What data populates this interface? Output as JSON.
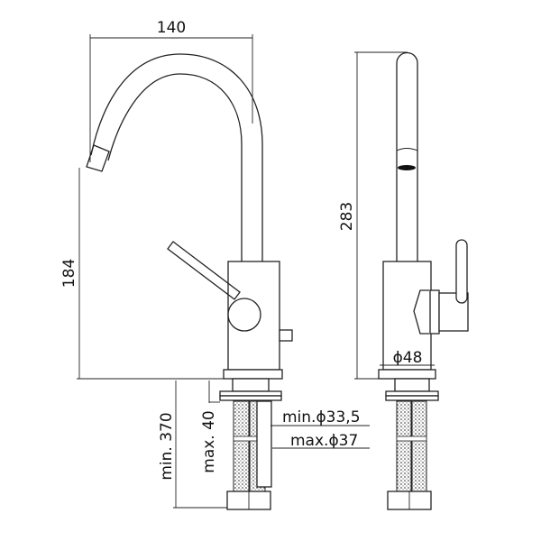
{
  "front_view": {
    "width_dim": "140",
    "spout_height_dim": "184",
    "min_length_dim": "min. 370",
    "max_thickness_dim": "max. 40",
    "min_hole_dim": "min.ϕ33,5",
    "max_hole_dim": "max.ϕ37"
  },
  "side_view": {
    "height_dim": "283",
    "base_diameter_dim": "ϕ48"
  }
}
